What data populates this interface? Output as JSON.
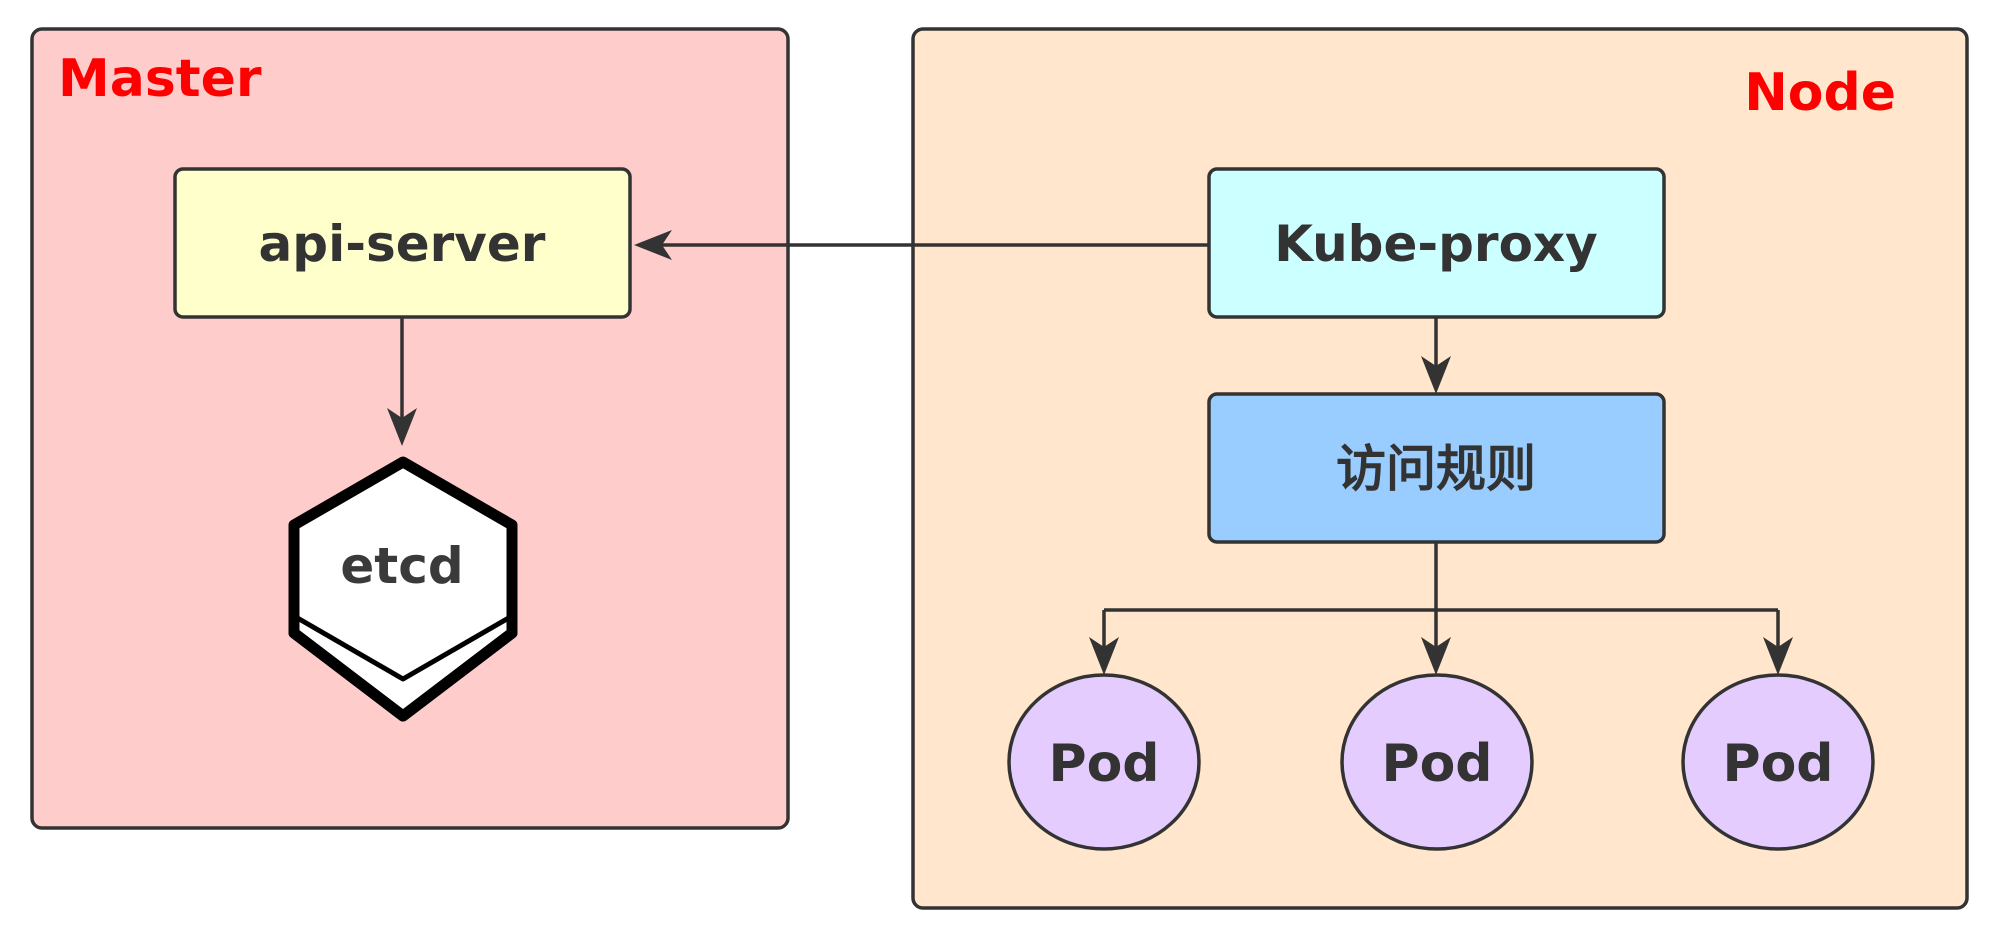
{
  "master": {
    "title": "Master",
    "fill": "#ffcccc",
    "title_color": "#ff0000",
    "api_server": {
      "label": "api-server",
      "fill": "#ffffcc"
    },
    "etcd": {
      "label": "etcd",
      "icon": "database-hexagon-icon"
    }
  },
  "node": {
    "title": "Node",
    "fill": "#ffe6cc",
    "title_color": "#ff0000",
    "kube_proxy": {
      "label": "Kube-proxy",
      "fill": "#ccffff"
    },
    "access_rules": {
      "label": "访问规则",
      "fill": "#99ccff"
    },
    "pods": [
      {
        "label": "Pod"
      },
      {
        "label": "Pod"
      },
      {
        "label": "Pod"
      }
    ],
    "pod_fill": "#e5ccff"
  },
  "edges": [
    {
      "from": "Kube-proxy",
      "to": "api-server"
    },
    {
      "from": "api-server",
      "to": "etcd"
    },
    {
      "from": "Kube-proxy",
      "to": "访问规则"
    },
    {
      "from": "访问规则",
      "to": "Pod"
    },
    {
      "from": "访问规则",
      "to": "Pod"
    },
    {
      "from": "访问规则",
      "to": "Pod"
    }
  ]
}
